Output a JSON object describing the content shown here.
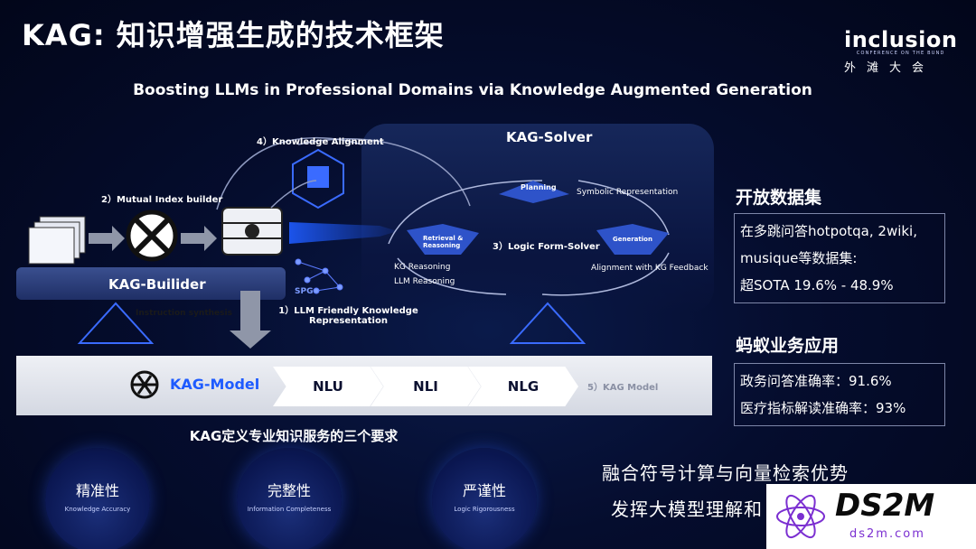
{
  "title": "KAG: 知识增强生成的技术框架",
  "logo": {
    "main": "inclusion",
    "small": "CONFERENCE ON THE BUND",
    "cn": "外滩大会"
  },
  "subtitle": "Boosting LLMs in Professional Domains via Knowledge Augmented Generation",
  "diagram": {
    "step4": "4）Knowledge Alignment",
    "step2": "2）Mutual Index builder",
    "builder": "KAG-Builider",
    "step1": "1）LLM Friendly Knowledge Representation",
    "spg": "SPG",
    "solver": "KAG-Solver",
    "planning": "Planning",
    "symbolic": "Symbolic Representation",
    "retrieval": "Retrieval & Reasoning",
    "step3": "3）Logic Form-Solver",
    "generation": "Generation",
    "kg_reasoning": "KG Reasoning",
    "llm_reasoning": "LLM Reasoning",
    "alignment_feedback": "Alignment with KG Feedback",
    "instruction": "Instruction synthesis"
  },
  "model_bar": {
    "model": "KAG-Model",
    "stages": [
      "NLU",
      "NLI",
      "NLG"
    ],
    "step5": "5）KAG Model"
  },
  "requirements": {
    "title": "KAG定义专业知识服务的三个要求",
    "items": [
      {
        "cn": "精准性",
        "en": "Knowledge Accuracy"
      },
      {
        "cn": "完整性",
        "en": "Information Completeness"
      },
      {
        "cn": "严谨性",
        "en": "Logic Rigorousness"
      }
    ]
  },
  "open_datasets": {
    "heading": "开放数据集",
    "lines": [
      "在多跳问答hotpotqa, 2wiki,",
      "musique等数据集:",
      "超SOTA 19.6% - 48.9%"
    ]
  },
  "ant_business": {
    "heading": "蚂蚁业务应用",
    "lines": [
      "政务问答准确率：91.6%",
      "医疗指标解读准确率：93%"
    ]
  },
  "bottom_right": {
    "line1": "融合符号计算与向量检索优势",
    "line2": "发挥大模型理解和"
  },
  "watermark": {
    "main": "DS2M",
    "sub": "ds2m.com"
  },
  "colors": {
    "accent": "#1e5bff",
    "bg": "#050d2e"
  }
}
